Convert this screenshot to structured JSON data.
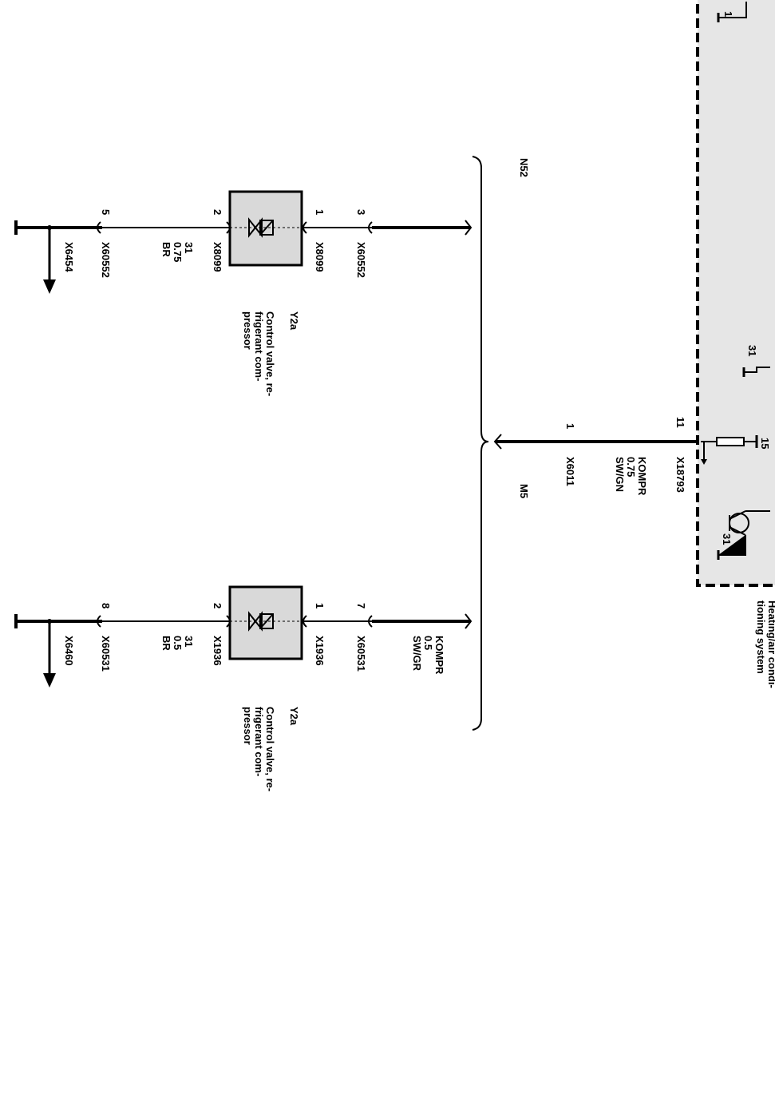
{
  "module": {
    "name_line1": "Heating/air condi-",
    "name_line2": "tioning system",
    "connector": "X18793",
    "pin_out": "11",
    "terminal_15": "15",
    "ground_labels": [
      "1",
      "31",
      "31"
    ],
    "fill_color": "#e6e6e6",
    "border_color": "#000000"
  },
  "main_wire": {
    "signal": "KOMPR",
    "gauge": "0.75",
    "color": "SW/GN",
    "connector": "X6011",
    "pin": "1"
  },
  "variants": {
    "left": "M5",
    "right": "N52"
  },
  "branches": [
    {
      "id": "top",
      "input_connector": "X60531",
      "input_pin": "7",
      "input_signal": "KOMPR",
      "input_gauge": "0.5",
      "input_color": "SW/GR",
      "valve_connector_in": "X1936",
      "valve_pin_in": "1",
      "valve_connector_out": "X1936",
      "valve_pin_out": "2",
      "output_signal": "31",
      "output_gauge": "0.5",
      "output_color": "BR",
      "output_connector": "X60531",
      "output_pin": "8",
      "ground_point": "X6460",
      "component_id": "Y2a",
      "component_line1": "Control valve, re-",
      "component_line2": "frigerant com-",
      "component_line3": "pressor"
    },
    {
      "id": "bottom",
      "input_connector": "X60552",
      "input_pin": "3",
      "input_signal": "",
      "input_gauge": "",
      "input_color": "",
      "valve_connector_in": "X8099",
      "valve_pin_in": "1",
      "valve_connector_out": "X8099",
      "valve_pin_out": "2",
      "output_signal": "31",
      "output_gauge": "0.75",
      "output_color": "BR",
      "output_connector": "X60552",
      "output_pin": "5",
      "ground_point": "X6454",
      "component_id": "Y2a",
      "component_line1": "Control valve, re-",
      "component_line2": "frigerant com-",
      "component_line3": "pressor"
    }
  ],
  "colors": {
    "wire": "#000000",
    "component_fill": "#d9d9d9"
  }
}
